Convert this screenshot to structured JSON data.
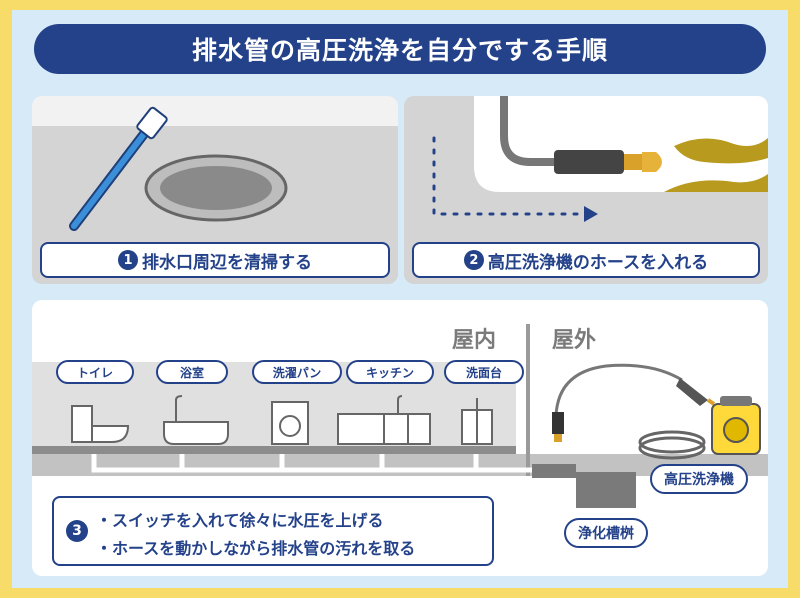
{
  "title": "排水管の高圧洗浄を自分でする手順",
  "steps": [
    {
      "num": "1",
      "label": "排水口周辺を清掃する"
    },
    {
      "num": "2",
      "label": "高圧洗浄機のホースを入れる"
    }
  ],
  "rooms": [
    "トイレ",
    "浴室",
    "洗濯パン",
    "キッチン",
    "洗面台"
  ],
  "areas": {
    "indoor": "屋内",
    "outdoor": "屋外"
  },
  "tags": {
    "washer": "高圧洗浄機",
    "tank": "浄化槽桝"
  },
  "instruction": {
    "num": "3",
    "lines": [
      "・スイッチを入れて徐々に水圧を上げる",
      "・ホースを動かしながら排水管の汚れを取る"
    ]
  },
  "colors": {
    "navy": "#24428a",
    "yellow": "#f7dc6a",
    "blue": "#3a8fd8",
    "sludge": "#b89a1e"
  }
}
